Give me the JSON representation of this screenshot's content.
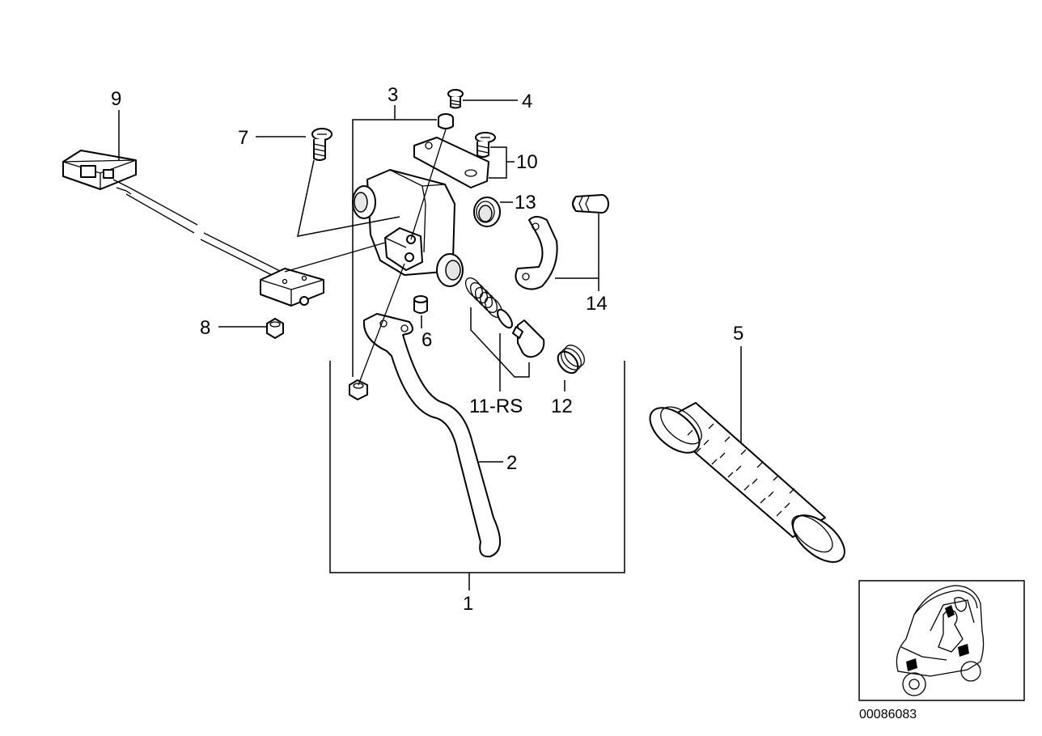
{
  "diagram": {
    "image_code": "00086083",
    "callouts": [
      {
        "id": "label-1",
        "text": "1"
      },
      {
        "id": "label-2",
        "text": "2"
      },
      {
        "id": "label-3",
        "text": "3"
      },
      {
        "id": "label-4",
        "text": "4"
      },
      {
        "id": "label-5",
        "text": "5"
      },
      {
        "id": "label-6",
        "text": "6"
      },
      {
        "id": "label-7",
        "text": "7"
      },
      {
        "id": "label-8",
        "text": "8"
      },
      {
        "id": "label-9",
        "text": "9"
      },
      {
        "id": "label-10",
        "text": "10"
      },
      {
        "id": "label-11",
        "text": "11-RS"
      },
      {
        "id": "label-12",
        "text": "12"
      },
      {
        "id": "label-13",
        "text": "13"
      },
      {
        "id": "label-14",
        "text": "14"
      }
    ]
  }
}
